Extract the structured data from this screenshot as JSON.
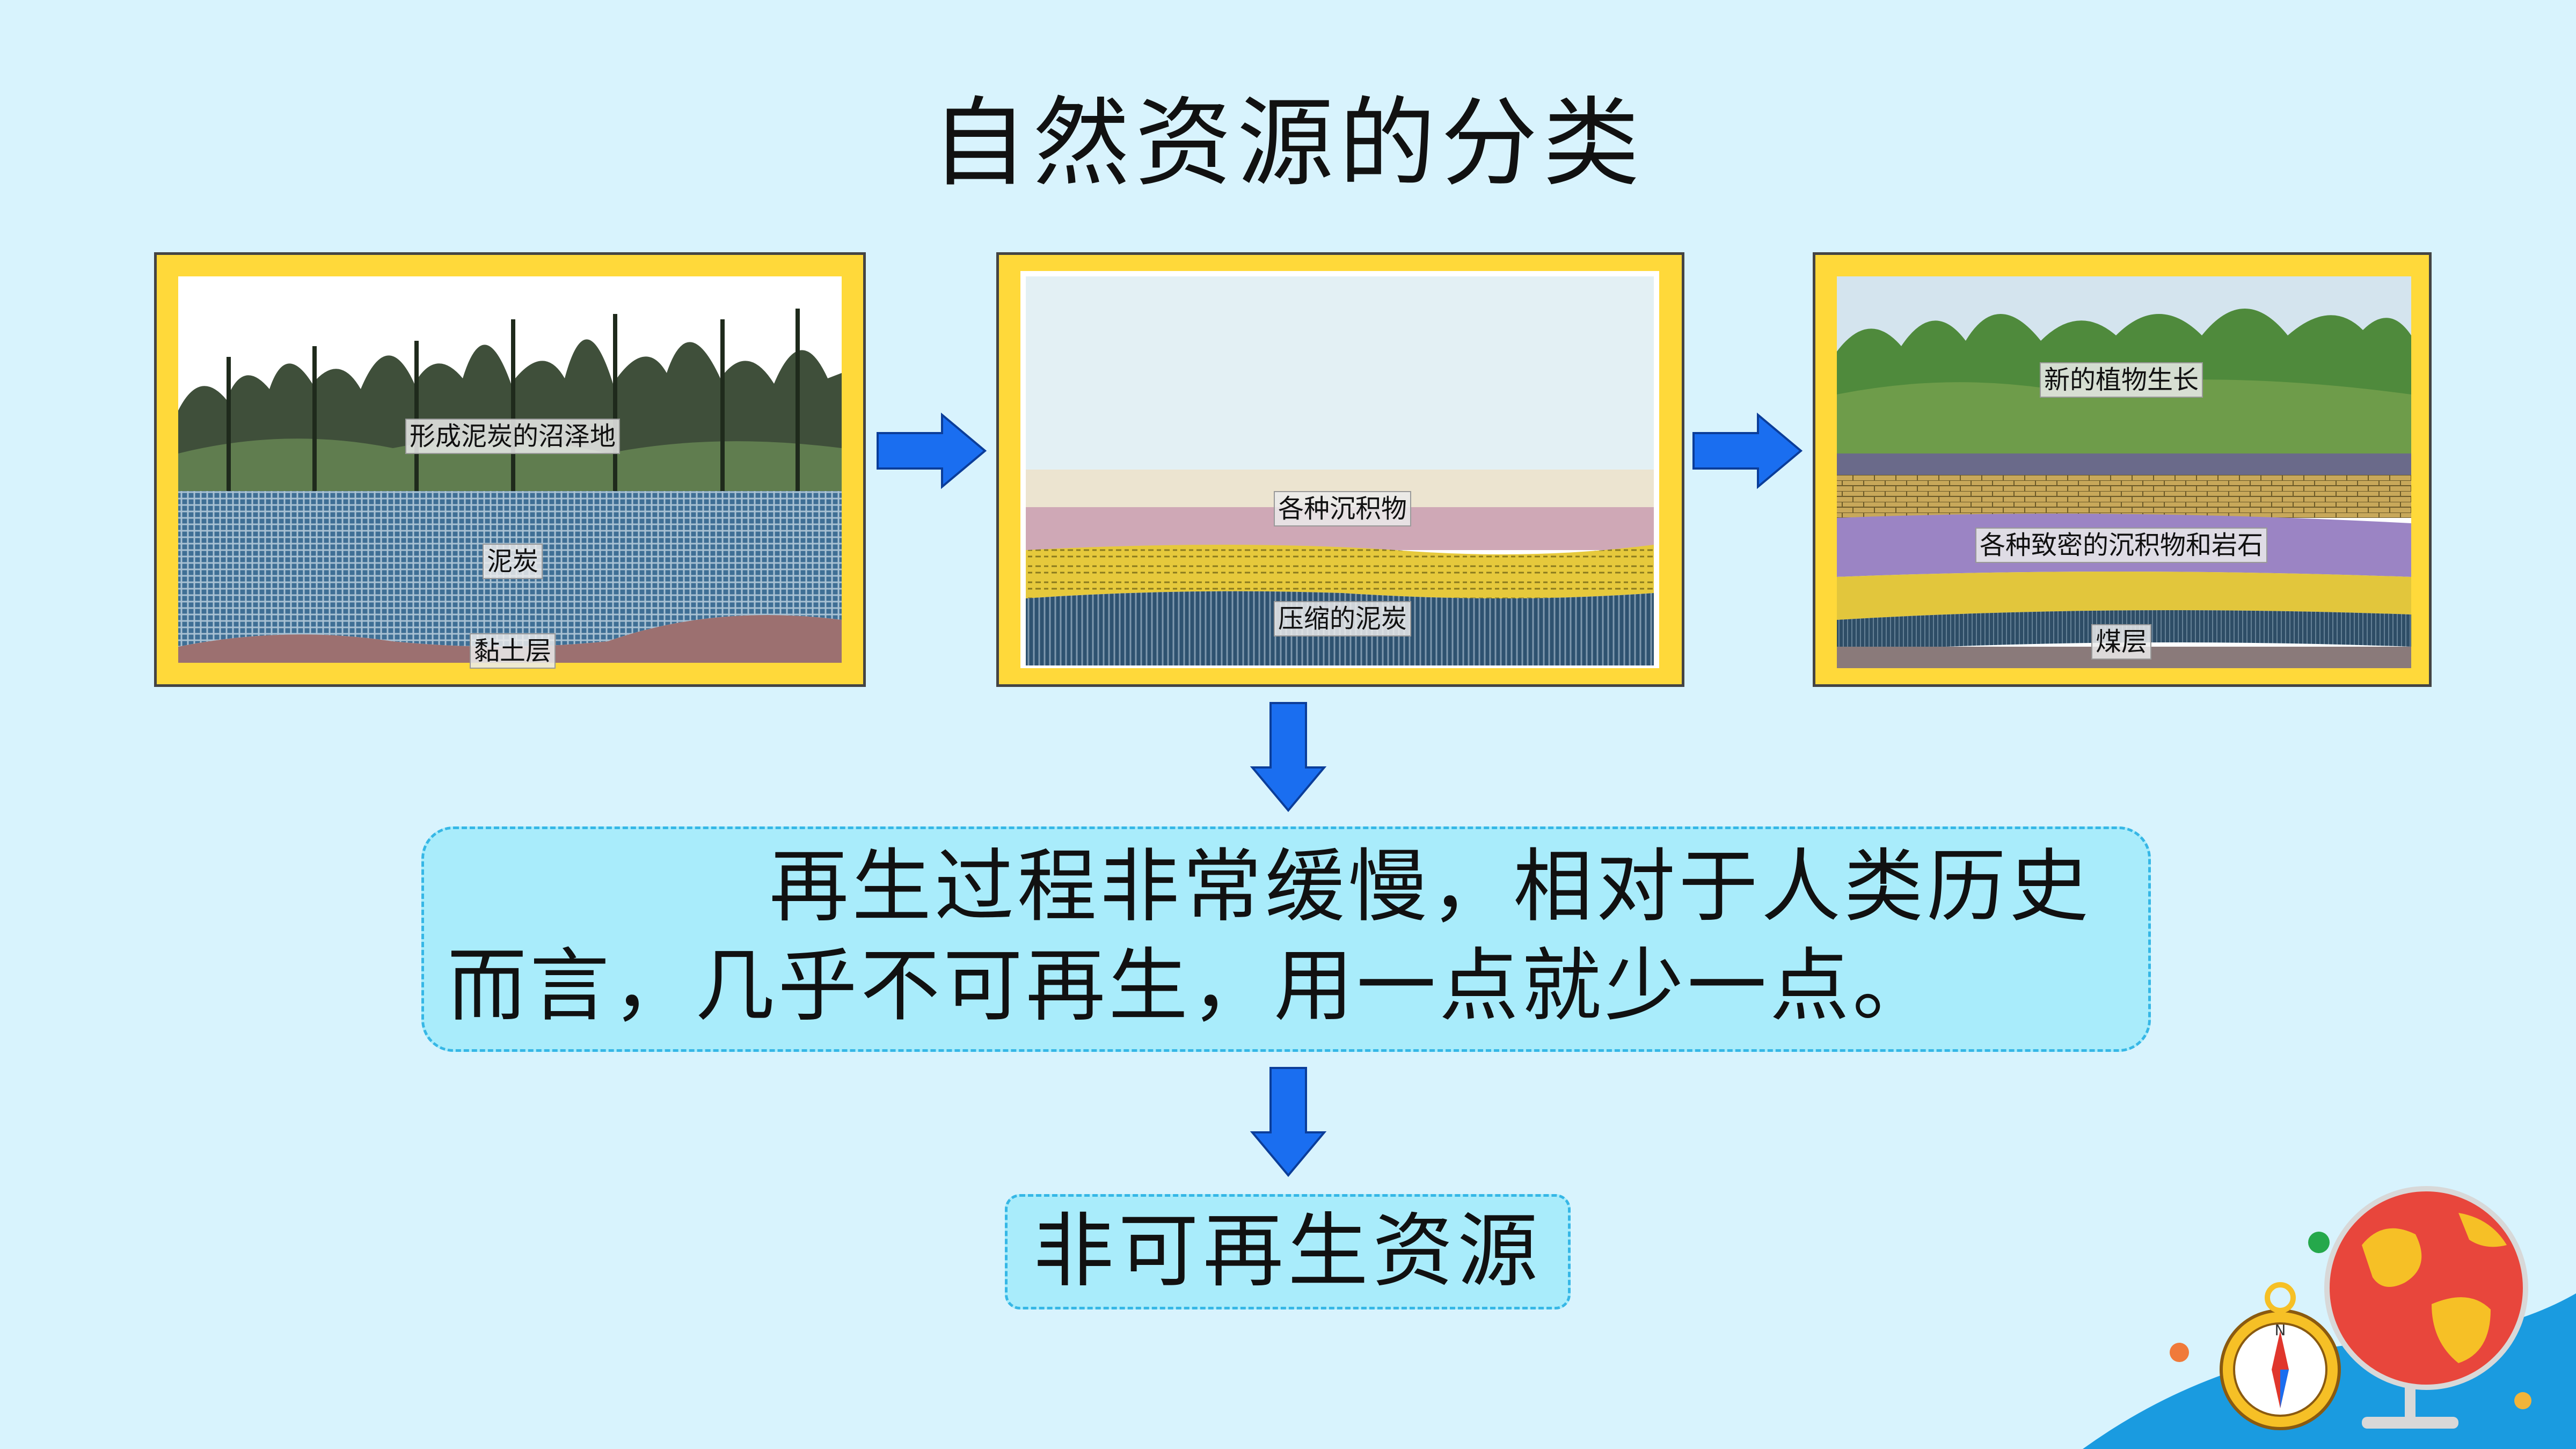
{
  "title": "自然资源的分类",
  "panels": [
    {
      "labels": [
        "形成泥炭的沼泽地",
        "泥炭",
        "黏土层"
      ]
    },
    {
      "labels": [
        "各种沉积物",
        "压缩的泥炭"
      ]
    },
    {
      "labels": [
        "新的植物生长",
        "各种致密的沉积物和岩石",
        "煤层"
      ]
    }
  ],
  "description": {
    "line1": "再生过程非常缓慢，相对于人类历史",
    "line2": "而言，几乎不可再生，用一点就少一点。"
  },
  "result": "非可再生资源",
  "colors": {
    "background": "#d8f3fd",
    "frame": "#ffd93a",
    "arrow": "#1a6ef0",
    "box_fill": "#a9ecfb",
    "box_border": "#36b7e6"
  },
  "icons": [
    "right-arrow-icon",
    "down-arrow-icon",
    "globe-icon",
    "compass-icon"
  ]
}
